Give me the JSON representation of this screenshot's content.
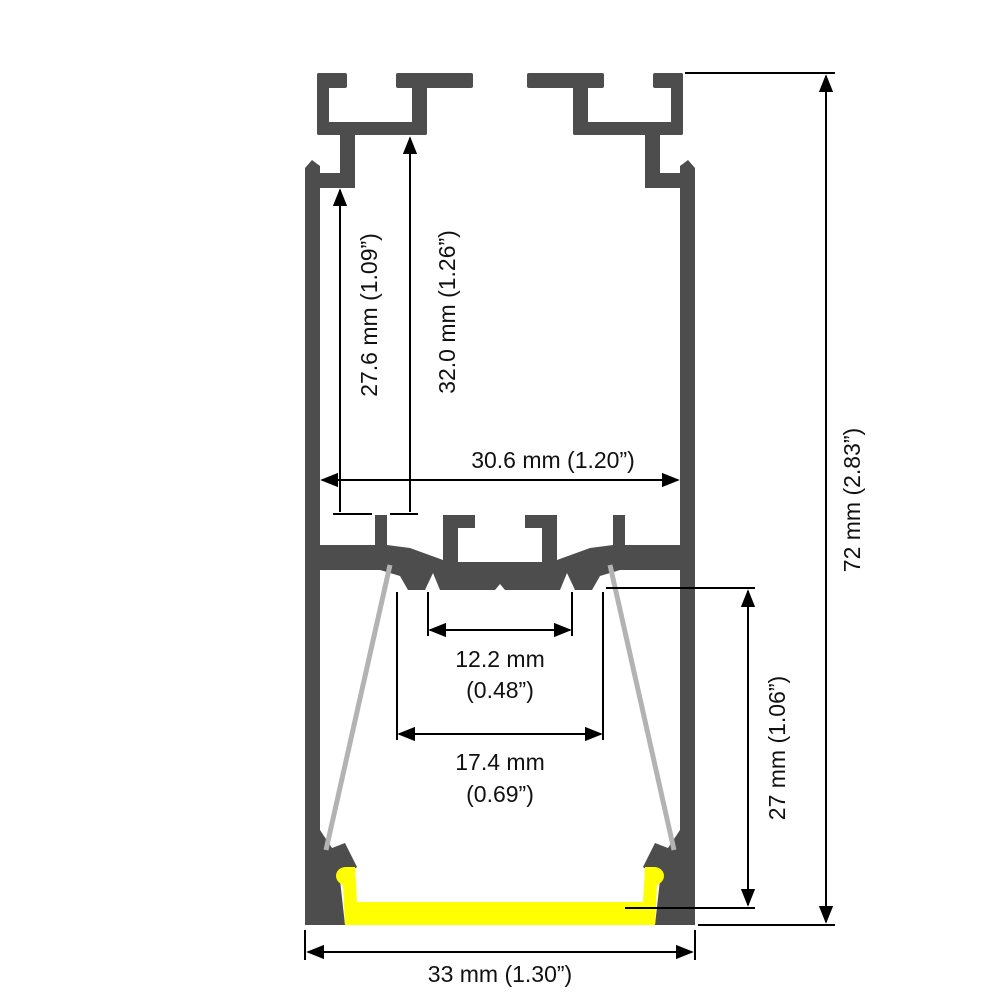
{
  "colors": {
    "profile": "#4d4d4d",
    "led_strip": "#ffff00",
    "diffuser": "#b3b3b3",
    "dimension_lines": "#000000"
  },
  "dimensions": {
    "overall_height": "72 mm (2.83”)",
    "overall_width": "33 mm (1.30”)",
    "inner_width": "30.6 mm (1.20”)",
    "upper_depth_1": "27.6 mm (1.09”)",
    "upper_depth_2": "32.0 mm (1.26”)",
    "lower_depth": "27 mm (1.06”)",
    "channel_width_mm": "12.2 mm",
    "channel_width_in": "(0.48”)",
    "opening_width_mm": "17.4 mm",
    "opening_width_in": "(0.69”)"
  }
}
